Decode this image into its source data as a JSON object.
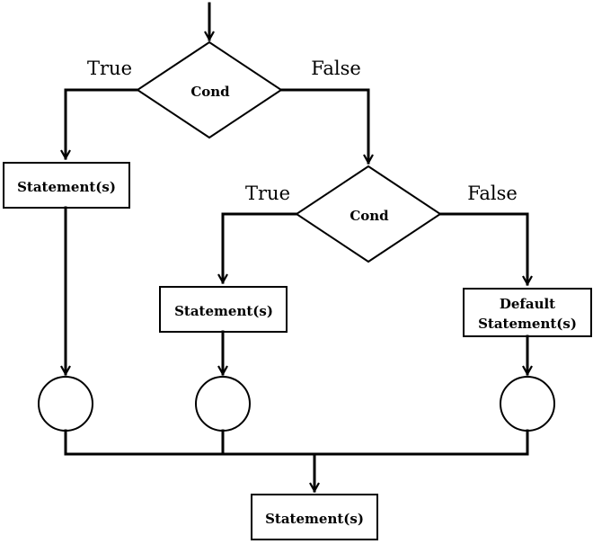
{
  "diagram": {
    "decision_1": {
      "label": "Cond",
      "true_label": "True",
      "false_label": "False"
    },
    "decision_2": {
      "label": "Cond",
      "true_label": "True",
      "false_label": "False"
    },
    "statement_left": {
      "label": "Statement(s)"
    },
    "statement_middle": {
      "label": "Statement(s)"
    },
    "statement_default": {
      "line1": "Default",
      "line2": "Statement(s)"
    },
    "statement_final": {
      "label": "Statement(s)"
    }
  }
}
